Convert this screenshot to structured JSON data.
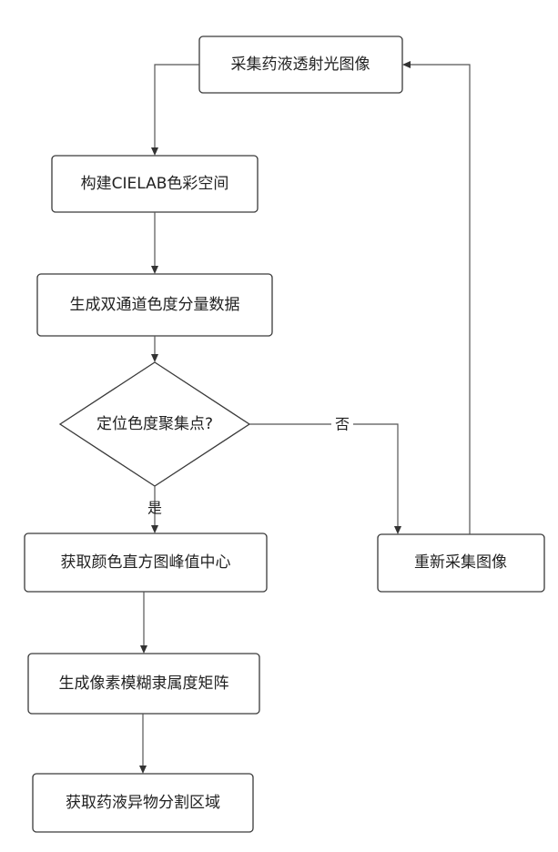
{
  "nodes": {
    "collect_transmission_image": "采集药液透射光图像",
    "build_cielab_space": "构建CIELAB色彩空间",
    "generate_chroma_data": "生成双通道色度分量数据",
    "locate_chroma_cluster": "定位色度聚集点?",
    "get_histogram_peak": "获取颜色直方图峰值中心",
    "generate_fuzzy_matrix": "生成像素模糊隶属度矩阵",
    "get_foreign_region": "获取药液异物分割区域",
    "recollect_image": "重新采集图像"
  },
  "edges": {
    "yes_label": "是",
    "no_label": "否"
  },
  "colors": {
    "stroke": "#3a3a3a",
    "arrow": "#555555",
    "text": "#222222",
    "background": "#ffffff"
  }
}
